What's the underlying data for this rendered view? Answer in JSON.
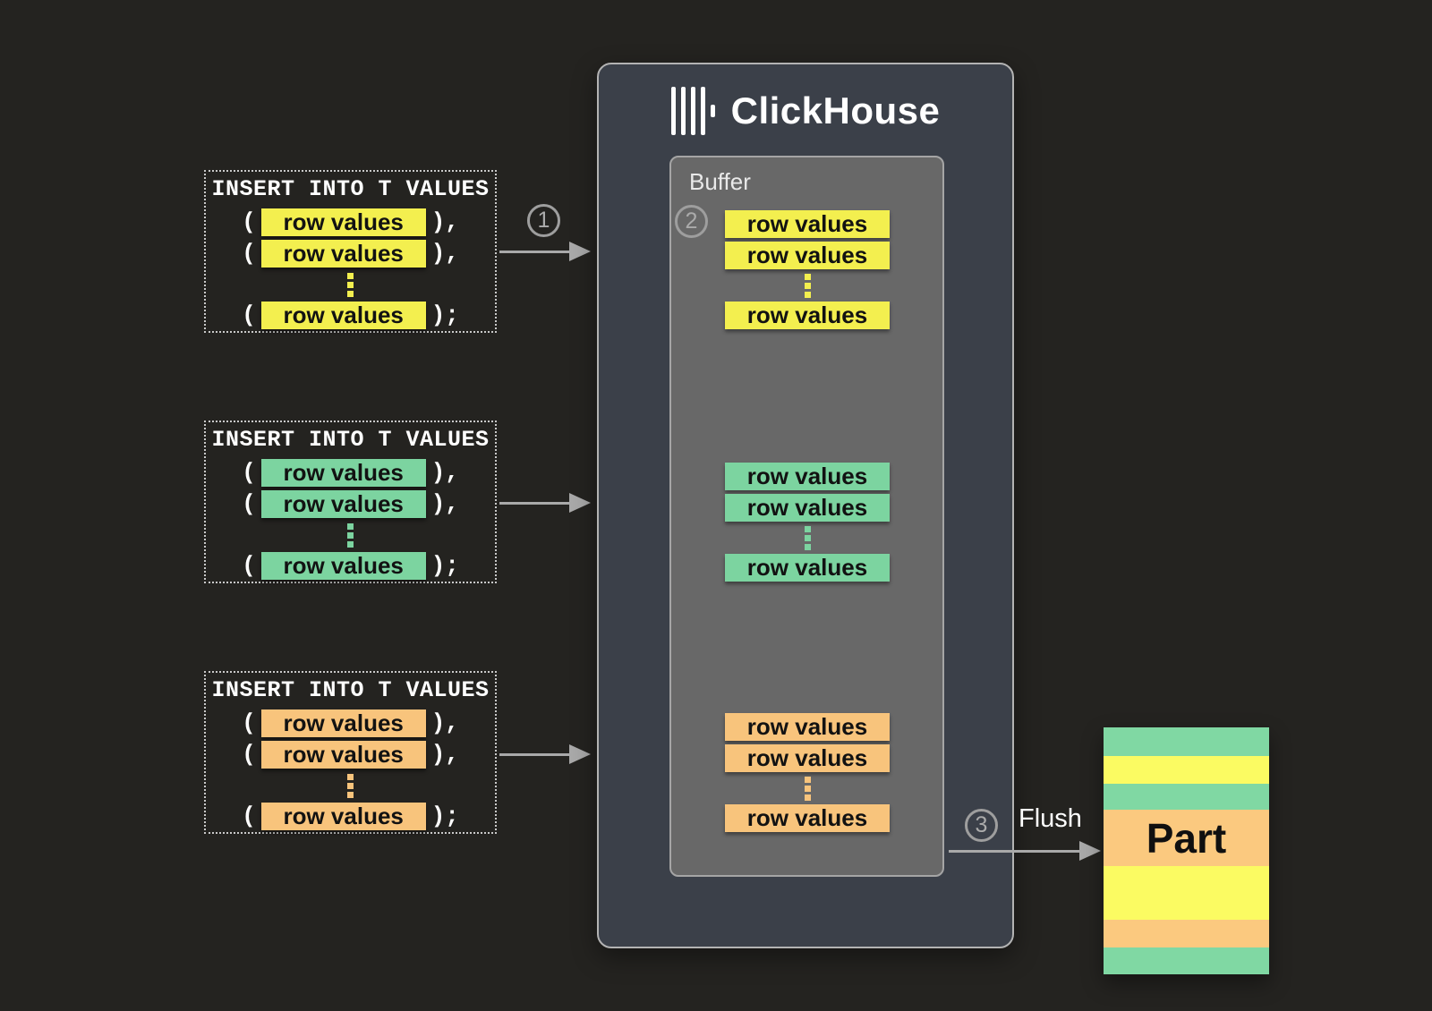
{
  "labels": {
    "insert_title": "INSERT INTO T VALUES",
    "row_values": "row values",
    "open_paren": "(",
    "close_comma": "),",
    "close_semi": ");",
    "buffer": "Buffer",
    "clickhouse": "ClickHouse",
    "flush": "Flush",
    "part": "Part"
  },
  "steps": {
    "one": "1",
    "two": "2",
    "three": "3"
  },
  "colors": {
    "canvas_bg": "#242320",
    "clickhouse_box_bg": "#3b4049",
    "buffer_bg": "#686868",
    "arrow_gray": "#a9a9a9",
    "yellow": "#f3ef4f",
    "green": "#7cd4a0",
    "orange": "#f8c47c",
    "part_yellow": "#fbfb62",
    "part_green": "#80d8a3",
    "part_orange": "#fbc97f"
  },
  "inserts": [
    {
      "color": "yellow"
    },
    {
      "color": "green"
    },
    {
      "color": "orange"
    }
  ],
  "buffer_groups": [
    {
      "color": "yellow",
      "rows": 3
    },
    {
      "color": "green",
      "rows": 3
    },
    {
      "color": "orange",
      "rows": 3
    }
  ],
  "part": {
    "stripes": [
      {
        "color": "part_green",
        "height": 32
      },
      {
        "color": "part_yellow",
        "height": 31
      },
      {
        "color": "part_green",
        "height": 29
      },
      {
        "color": "part_orange",
        "height": 63
      },
      {
        "color": "part_yellow",
        "height": 60
      },
      {
        "color": "part_orange",
        "height": 31
      },
      {
        "color": "part_green",
        "height": 30
      }
    ]
  }
}
